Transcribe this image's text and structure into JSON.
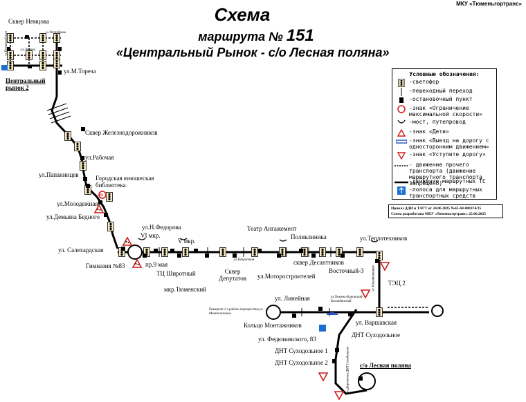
{
  "header": {
    "org": "МКУ «Тюменьгортранс»",
    "title": "Схема",
    "subtitle_prefix": "маршрута №",
    "route_number": "151",
    "route_name": "«Центральный Рынок - с/о Лесная поляна»"
  },
  "stops": {
    "skver_nemtsova": "Сквер Немцова",
    "tsentr_rynok": "Центральный рынок 2",
    "m_toreza": "ул.М.Тореза",
    "skver_zhd": "Сквер Железнодорожников",
    "rabochaya": "ул.Рабочая",
    "papanintsev": "ул.Папанинцев",
    "biblioteka": "Городская юношеская библиотека",
    "molodezhnaya": "ул.Молодежная",
    "dem_bednogo": "ул.Демьяна Бедного",
    "salekhardskaya": "ул. Салехардская",
    "gimnaziya": "Гимназия №83",
    "n_fedorova": "ул.Н.Федорова",
    "vi_mkr": "VI мкр.",
    "v_mkr": "V мкр.",
    "pr_9_maya": "пр.9 мая",
    "tts_shirotny": "ТЦ Широтный",
    "mkr_tyumensky": "мкр.Тюменский",
    "skver_deputatov": "Сквер Депутатов",
    "teatr": "Театр Ангажемент",
    "poliklinika": "Поликлиника",
    "motorostroiteley": "ул.Моторостроителей",
    "skver_desantnikov": "сквер Десантников",
    "vostochny": "Восточный-3",
    "teplotekhnikov": "ул.Теплотехников",
    "tets2": "ТЭЦ 2",
    "lineynaya": "ул. Линейная",
    "koltso": "Кольцо Монтажников",
    "fedyuninskogo": "ул. Федюнинского, 83",
    "varshavskaya": "ул. Варшавская",
    "dnt_suh": "ДНТ Суходольное",
    "dnt_suh1": "ДНТ Суходольное 1",
    "dnt_suh2": "ДНТ Суходольное 2",
    "lesnaya": "с/о Лесная поляна"
  },
  "streets": {
    "respubliki": "ул.Республики",
    "lenina": "ул.Ленина",
    "pervomayskaya": "ул.Первомайская",
    "tsentralnaya": "ул.Центральная",
    "shirotnaya": "ул.Широтная",
    "teplotekhnikov_v": "ул.Теплотехников",
    "razvorot": "Разворот 1 в районе перекрестка ул. Монтажников",
    "povorot": "ул.Тюмень-Боровский-Богандинский",
    "dnt_road": "ул.Дорожная ДНТ Суходольное"
  },
  "speed_sign": "40",
  "legend": {
    "title": "Условные обозначения:",
    "items": [
      {
        "icon": "traffic-light-icon",
        "text": "-светофор"
      },
      {
        "icon": "crosswalk-icon",
        "text": "-пешеходный переход"
      },
      {
        "icon": "bus-stop-icon",
        "text": "-остановочный пункт"
      },
      {
        "icon": "speed-limit-icon",
        "text": "-знак «Ограничение максимальной скорости»"
      },
      {
        "icon": "bridge-icon",
        "text": "-мост, путепровод"
      },
      {
        "icon": "children-sign-icon",
        "text": "-знак «Дети»"
      },
      {
        "icon": "one-way-exit-icon",
        "text": "-знак «Выезд на дорогу с односторонним движением»"
      },
      {
        "icon": "yield-sign-icon",
        "text": "-знак «Уступите дорогу»"
      },
      {
        "icon": "other-traffic-line-icon",
        "text": "- движение прочего транспорта (движение маршрутного транспорта запрещено)"
      },
      {
        "icon": "route-line-icon",
        "text": "-движение маршрутных ТС"
      },
      {
        "icon": "bus-lane-icon",
        "text": "-полоса для маршрутных транспортных средств"
      }
    ]
  },
  "order": {
    "line1": "Приказ ДДИ и ТАГТ от 24.06.2025 №45-60-000374/25",
    "line2": "Схема разработана МКУ «Тюменьгортранс» 25.06.2025"
  },
  "colors": {
    "route": "#000000",
    "sign_red": "#d01818",
    "sign_blue": "#1e4fc4",
    "lane_blue": "#1c6fd0",
    "tl_bg": "#f6e9c6"
  }
}
